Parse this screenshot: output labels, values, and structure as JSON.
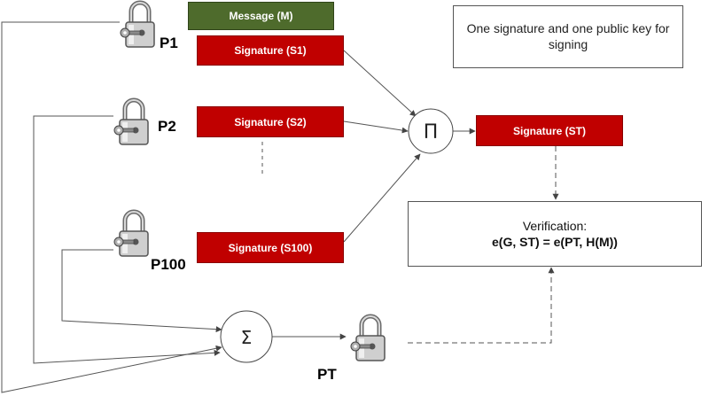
{
  "message": {
    "label": "Message (M)"
  },
  "signatures": {
    "s1": "Signature (S1)",
    "s2": "Signature (S2)",
    "s100": "Signature (S100)",
    "st": "Signature (ST)"
  },
  "parties": {
    "p1": "P1",
    "p2": "P2",
    "p100": "P100",
    "pt": "PT"
  },
  "operators": {
    "product": "Π",
    "sum": "Σ"
  },
  "note": {
    "text": "One signature and one public key for signing"
  },
  "verification": {
    "title": "Verification:",
    "equation": "e(G, ST) = e(PT, H(M))"
  },
  "icons": {
    "lock": "padlock-with-key-icon"
  },
  "colors": {
    "signature_fill": "#c00000",
    "message_fill": "#4e6b2c"
  }
}
